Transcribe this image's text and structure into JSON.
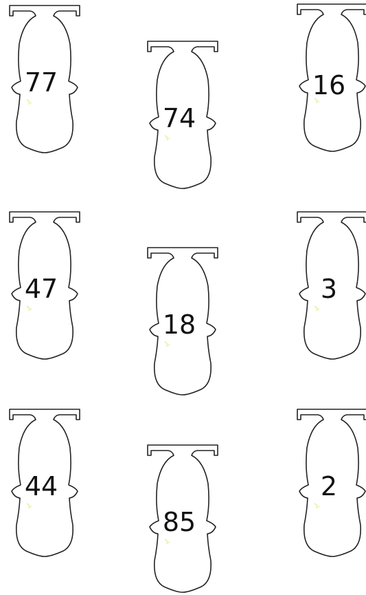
{
  "cars": [
    {
      "number": "77"
    },
    {
      "number": "74"
    },
    {
      "number": "16"
    },
    {
      "number": "47"
    },
    {
      "number": "18"
    },
    {
      "number": "3"
    },
    {
      "number": "44"
    },
    {
      "number": "85"
    },
    {
      "number": "2"
    }
  ],
  "colors": {
    "outline": "#222222",
    "background": "#ffffff",
    "driver_mark": "#e8ec9a"
  }
}
